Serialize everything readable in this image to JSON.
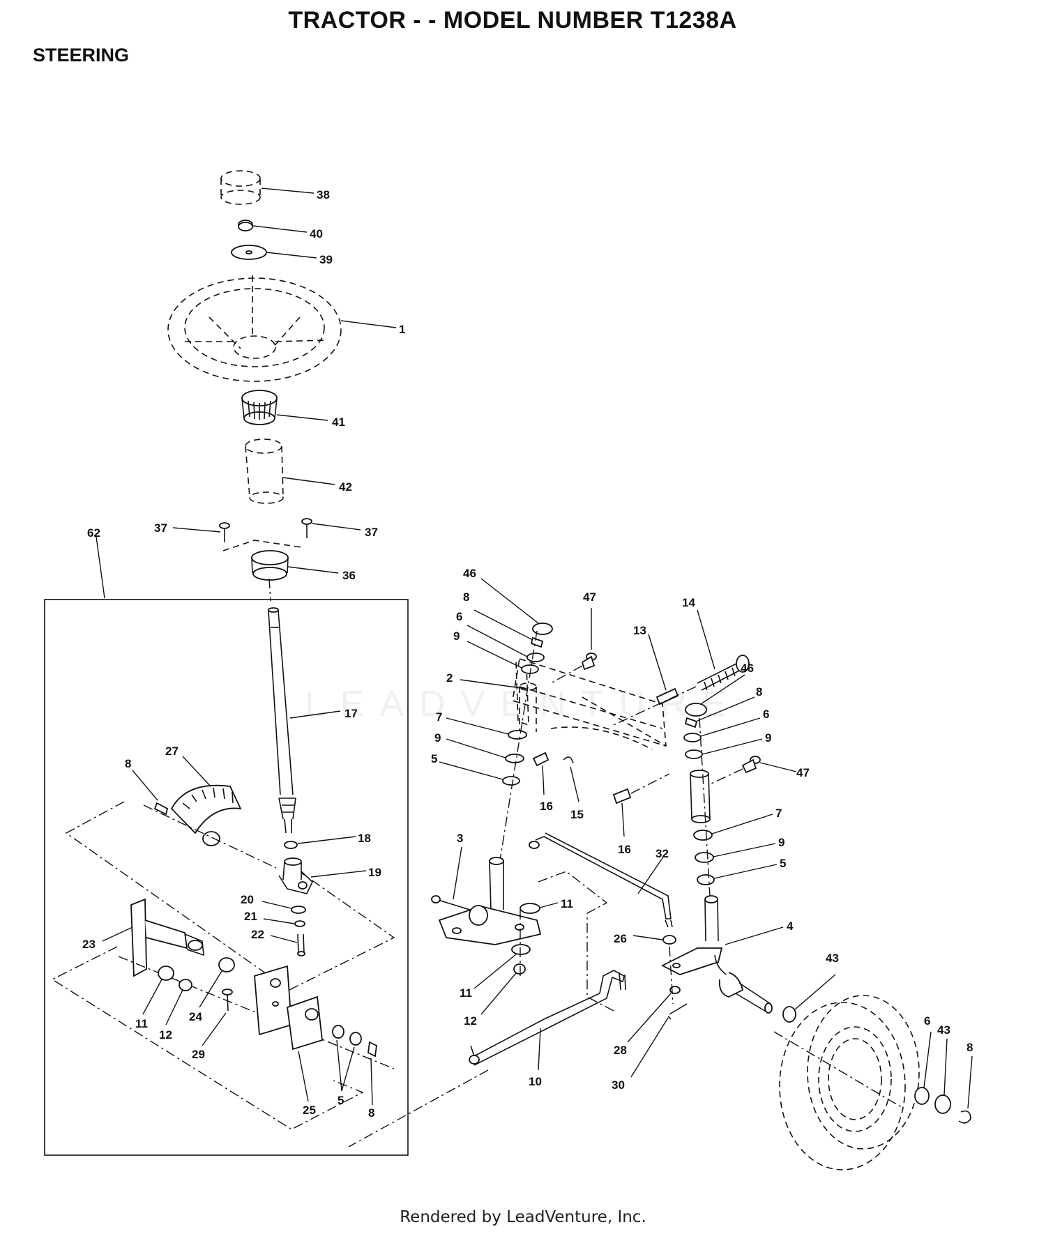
{
  "title": "TRACTOR - - MODEL NUMBER T1238A",
  "section": "STEERING",
  "watermark": "LEADVENTURE",
  "footer": "Rendered by LeadVenture, Inc.",
  "callouts": [
    "38",
    "40",
    "39",
    "1",
    "41",
    "42",
    "62",
    "37",
    "37",
    "36",
    "17",
    "8",
    "27",
    "18",
    "19",
    "20",
    "21",
    "22",
    "23",
    "11",
    "12",
    "24",
    "29",
    "25",
    "5",
    "8",
    "46",
    "8",
    "6",
    "9",
    "47",
    "14",
    "13",
    "2",
    "7",
    "9",
    "5",
    "16",
    "15",
    "46",
    "8",
    "6",
    "9",
    "47",
    "16",
    "7",
    "9",
    "5",
    "3",
    "32",
    "11",
    "4",
    "26",
    "43",
    "11",
    "12",
    "28",
    "10",
    "30",
    "6",
    "43",
    "8"
  ]
}
